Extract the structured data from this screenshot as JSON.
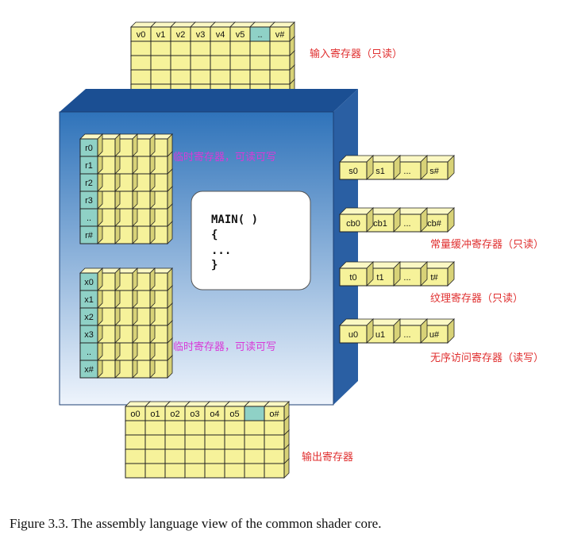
{
  "colors": {
    "register_fill": "#f6f29a",
    "register_top": "#fbf8c4",
    "register_side": "#d8d277",
    "register_stroke": "#222222",
    "label_cell_fill": "#8fd1c6",
    "core_front_top": "#2f73ba",
    "core_front_bottom": "#eef4fc",
    "core_top_face": "#1b4f93",
    "core_side_face": "#2a5fa3",
    "note_red": "#e03030",
    "note_magenta": "#d83ad8"
  },
  "input_registers": {
    "labels": [
      "v0",
      "v1",
      "v2",
      "v3",
      "v4",
      "v5",
      "..",
      "v#"
    ],
    "note": "输入寄存器（只读）"
  },
  "output_registers": {
    "labels": [
      "o0",
      "o1",
      "o2",
      "o3",
      "o4",
      "o5",
      "",
      "o#"
    ],
    "note": "输出寄存器"
  },
  "temp_registers_r": {
    "labels": [
      "r0",
      "r1",
      "r2",
      "r3",
      "..",
      "r#"
    ],
    "note": "临时寄存器，可读可写"
  },
  "temp_registers_x": {
    "labels": [
      "x0",
      "x1",
      "x2",
      "x3",
      "..",
      "x#"
    ],
    "note": "临时寄存器，可读可写"
  },
  "side_rows": [
    {
      "id": "samplers",
      "labels": [
        "s0",
        "s1",
        "...",
        "s#"
      ],
      "note": ""
    },
    {
      "id": "constant-buffers",
      "labels": [
        "cb0",
        "cb1",
        "...",
        "cb#"
      ],
      "note": "常量缓冲寄存器（只读）"
    },
    {
      "id": "textures",
      "labels": [
        "t0",
        "t1",
        "...",
        "t#"
      ],
      "note": "纹理寄存器（只读）"
    },
    {
      "id": "uavs",
      "labels": [
        "u0",
        "u1",
        "...",
        "u#"
      ],
      "note": "无序访问寄存器（读写）"
    }
  ],
  "program": {
    "lines": [
      "MAIN(  )",
      "{",
      "   ...",
      "}"
    ]
  },
  "caption": "Figure 3.3.  The assembly language view of the common shader core."
}
